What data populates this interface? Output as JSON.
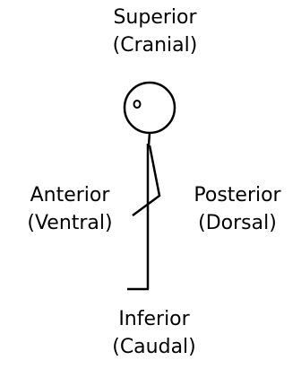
{
  "superior": {
    "term": "Superior",
    "alt": "(Cranial)"
  },
  "anterior": {
    "term": "Anterior",
    "alt": "(Ventral)"
  },
  "posterior": {
    "term": "Posterior",
    "alt": "(Dorsal)"
  },
  "inferior": {
    "term": "Inferior",
    "alt": "(Caudal)"
  },
  "colors": {
    "ink": "#000000",
    "background": "#ffffff"
  }
}
